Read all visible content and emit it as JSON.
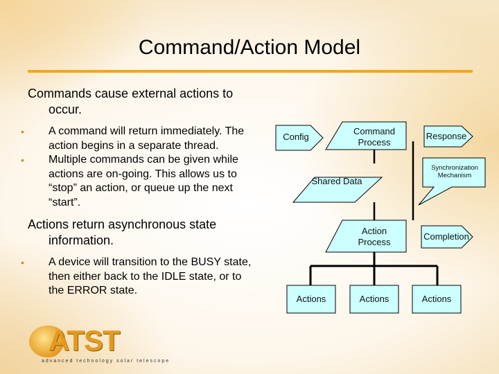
{
  "slide": {
    "title": "Command/Action Model",
    "text": {
      "heading1": "Commands cause external actions to occur.",
      "bullets1": [
        "A command will return immediately. The action begins in a separate thread.",
        "Multiple commands can be given while actions are on-going. This allows us to “stop” an action, or queue up the next “start”."
      ],
      "heading2": "Actions return asynchronous state information.",
      "bullets2": [
        "A device will transition to the BUSY state, then either back to the IDLE state, or to the ERROR state."
      ]
    },
    "diagram": {
      "config": "Config",
      "command_process": "Command Process",
      "response": "Response",
      "sync_mechanism": "Synchronization Mechanism",
      "shared_data": "Shared Data",
      "action_process": "Action Process",
      "completion": "Completion",
      "actions": [
        "Actions",
        "Actions",
        "Actions"
      ]
    },
    "logo": {
      "name": "ATST",
      "tagline": "advanced technology solar telescope"
    },
    "colors": {
      "accent_rule": "#f0a81c",
      "shape_fill": "#ccffff",
      "bullet": "#c0902e"
    }
  }
}
